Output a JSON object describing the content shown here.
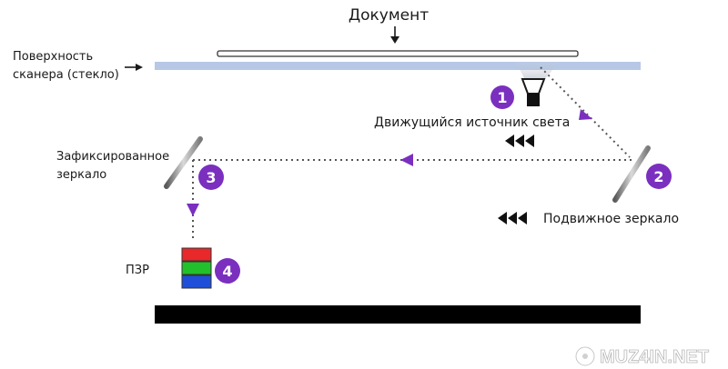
{
  "labels": {
    "document": "Документ",
    "scanner_surface_line1": "Поверхность",
    "scanner_surface_line2": "сканера (стекло)",
    "moving_light": "Движущийся источник света",
    "fixed_mirror_line1": "Зафиксированное",
    "fixed_mirror_line2": "зеркало",
    "moving_mirror": "Подвижное зеркало",
    "ccd": "ПЗР"
  },
  "steps": [
    "1",
    "2",
    "3",
    "4"
  ],
  "watermark": "MUZ4IN.NET",
  "colors": {
    "accent": "#7b2fbf",
    "glass": "#b7c8e6",
    "ccd_red": "#e8282b",
    "ccd_green": "#22c02a",
    "ccd_blue": "#1f4fd8",
    "base": "#000000"
  },
  "icons": {
    "light": "lamp-icon",
    "motion": "triple-left-arrow-icon",
    "pointer": "right-arrow-icon"
  }
}
